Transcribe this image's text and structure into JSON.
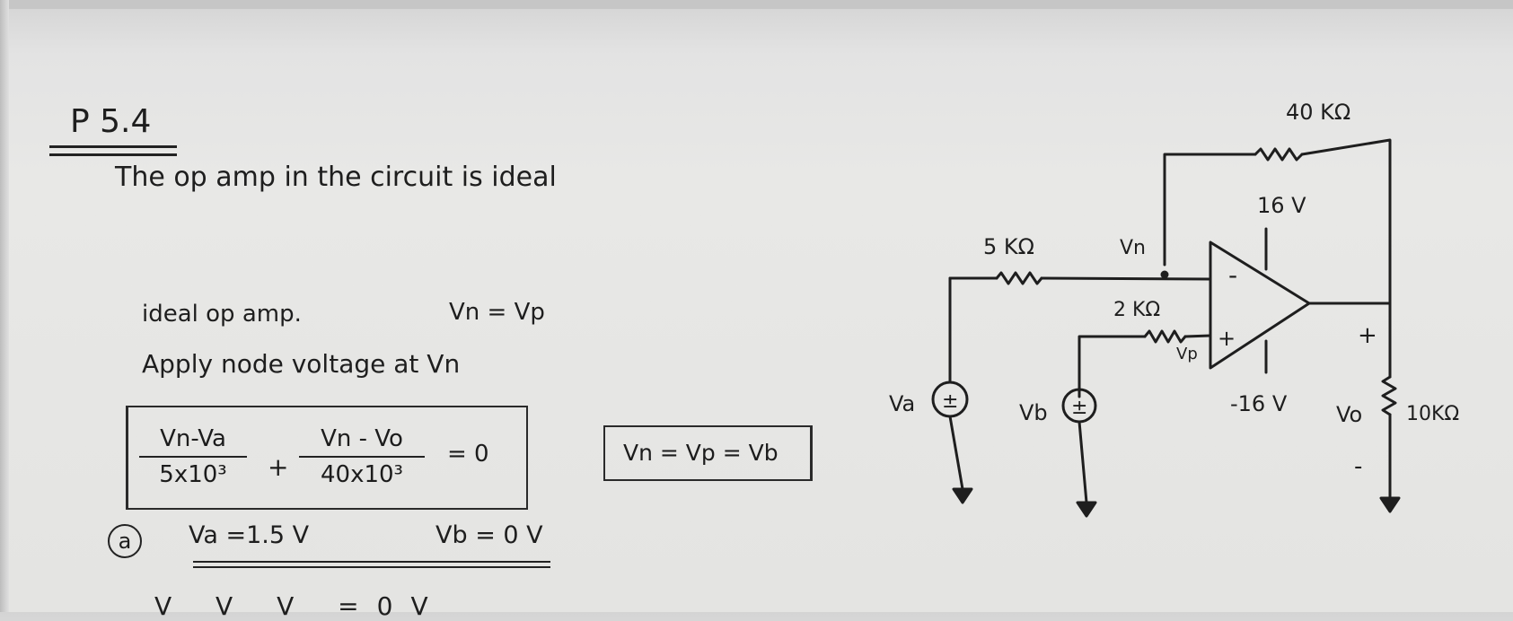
{
  "problem": {
    "title": "P 5.4",
    "statement": "The op amp in the circuit is ideal"
  },
  "work": {
    "ideal_label": "ideal op amp.",
    "vn_eq_vp": "Vn = Vp",
    "apply": "Apply node voltage at Vn",
    "equation": {
      "term1_num": "Vn-Va",
      "term1_den": "5x10³",
      "plus": "+",
      "term2_num": "Vn - Vo",
      "term2_den": "40x10³",
      "equals": "= 0"
    },
    "boxed_relation": "Vn = Vp = Vb",
    "part_label": "a",
    "given_va": "Va =1.5 V",
    "given_vb": "Vb = 0 V",
    "cutoff_line": "V  V  V  =0V"
  },
  "circuit": {
    "r_feedback": "40 KΩ",
    "v_supply_pos": "16 V",
    "r_input": "5 KΩ",
    "node_vn": "Vn",
    "r_plus": "2 KΩ",
    "node_vp": "Vp",
    "source_a": "Va",
    "source_b": "Vb",
    "pm_symbol": "±",
    "v_supply_neg": "-16 V",
    "output_voltage": "Vo",
    "load_resistor": "10KΩ",
    "minus_input": "-",
    "plus_input": "+",
    "out_plus": "+",
    "out_minus": "-"
  }
}
